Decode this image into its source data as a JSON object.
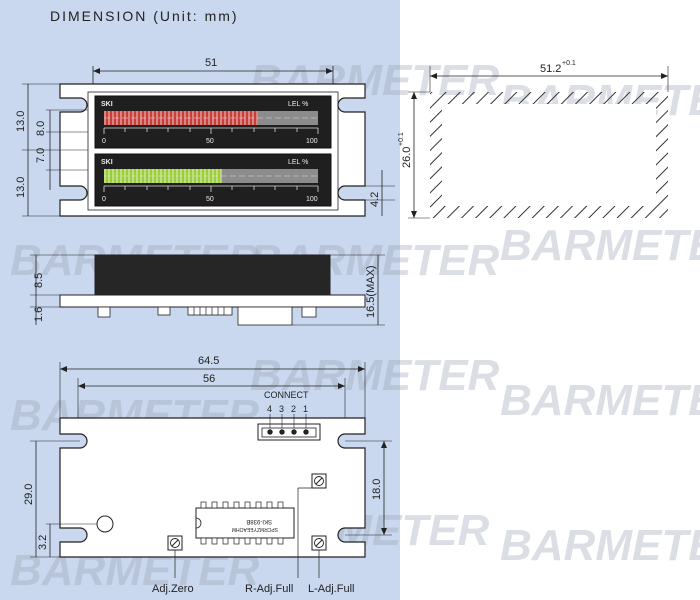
{
  "header": {
    "title": "DIMENSION (Unit: mm)"
  },
  "watermark": {
    "text": "BARMETER"
  },
  "front_view": {
    "width_label": "51",
    "left_dims": [
      "13.0",
      "8.0",
      "7.0",
      "13.0"
    ],
    "right_dim": "4.2",
    "meters": [
      {
        "brand": "SKI",
        "unit": "LEL %",
        "scale": [
          "0",
          "50",
          "100"
        ],
        "bar_color": "#c8403a",
        "fill_fraction": 0.72
      },
      {
        "brand": "SKI",
        "unit": "LEL %",
        "scale": [
          "0",
          "50",
          "100"
        ],
        "bar_color": "#9ccc3c",
        "fill_fraction": 0.55
      }
    ]
  },
  "side_view": {
    "dims": [
      "8.5",
      "1.6"
    ],
    "height_label": "16.5(MAX)"
  },
  "back_view": {
    "width_outer": "64.5",
    "width_inner": "56",
    "connect_label": "CONNECT",
    "pin_labels": [
      "4",
      "3",
      "2",
      "1"
    ],
    "left_dims": [
      "29.0",
      "3.2"
    ],
    "right_dim": "18.0",
    "chip_labels": [
      "SKI-938B",
      "SPCRMZYEEAOHM"
    ],
    "adjust_labels": [
      "Adj.Zero",
      "R-Adj.Full",
      "L-Adj.Full"
    ]
  },
  "cutout": {
    "width_label": "51.2",
    "width_tol": "+0.1",
    "height_label": "26.0",
    "height_tol": "+0.1"
  }
}
